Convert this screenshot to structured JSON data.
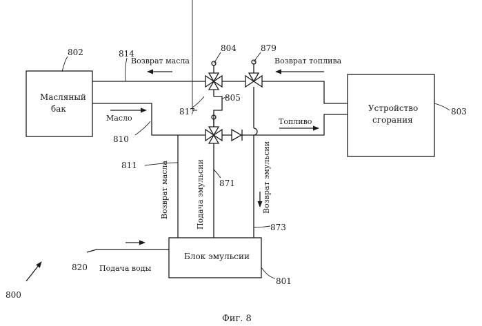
{
  "figure": {
    "caption": "Фиг. 8",
    "system_ref": "800"
  },
  "blocks": {
    "oil_tank": {
      "line1": "Масляный",
      "line2": "бак",
      "ref": "802"
    },
    "combustion": {
      "line1": "Устройство",
      "line2": "сгорания",
      "ref": "803"
    },
    "emulsion": {
      "label": "Блок эмульсии",
      "ref": "801"
    }
  },
  "flows": {
    "oil_return": "Возврат масла",
    "fuel_return": "Возврат топлива",
    "oil": "Масло",
    "fuel": "Топливо",
    "oil_return_vertical": "Возврат масла",
    "emulsion_supply": "Подача эмульсии",
    "fuel_return_vertical": "Возврат эмульсии",
    "water_supply": "Подача воды"
  },
  "refs": {
    "r814": "814",
    "r804": "804",
    "r879": "879",
    "r805": "805",
    "r817": "817",
    "r810": "810",
    "r811": "811",
    "r871": "871",
    "r873": "873",
    "r820": "820"
  }
}
